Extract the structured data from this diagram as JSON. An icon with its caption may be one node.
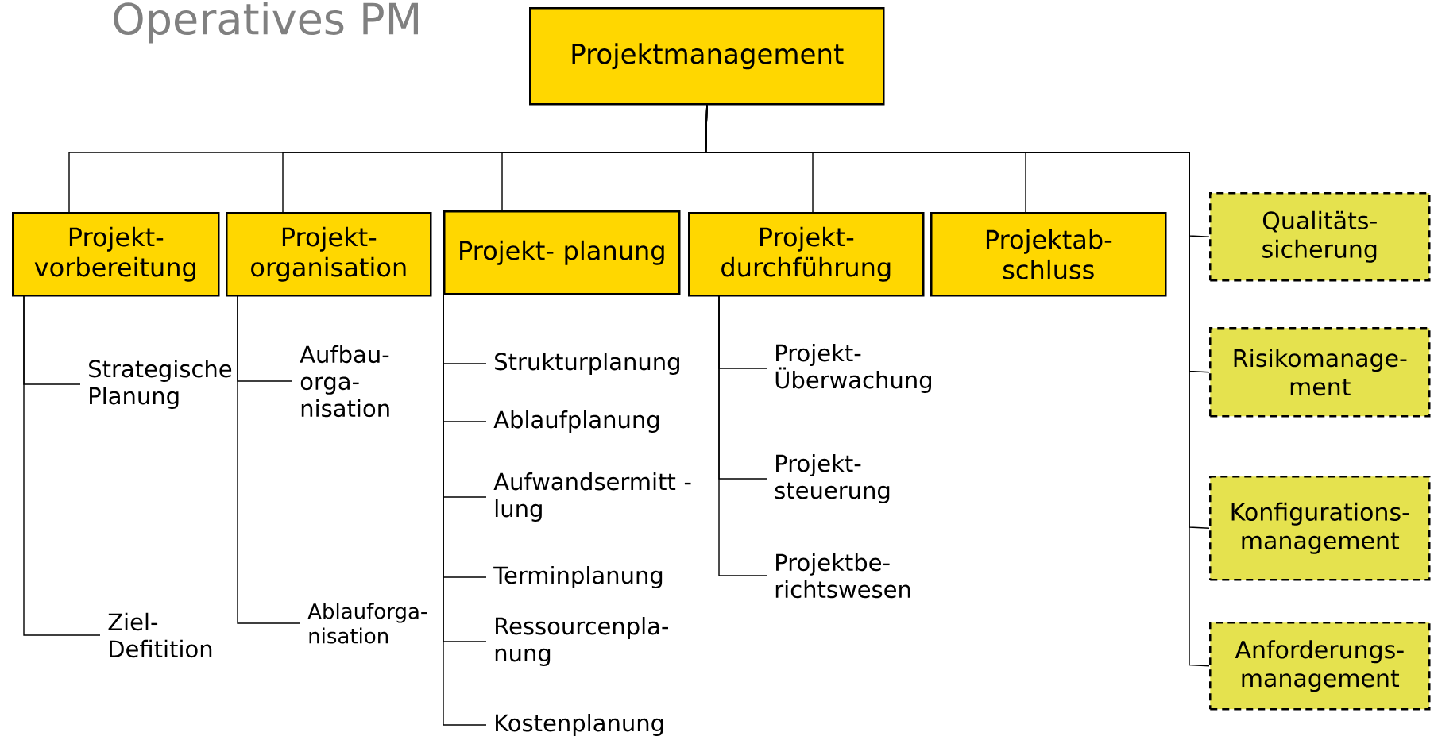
{
  "diagram": {
    "title": "Operatives PM",
    "nodes": [
      {
        "text": [
          "Projektmanagement"
        ]
      },
      {
        "text": [
          "Projekt- vorbereitung"
        ]
      },
      {
        "text": [
          "Projekt- organisation"
        ]
      },
      {
        "text": [
          "Projekt- planung"
        ]
      },
      {
        "text": [
          "Projekt- durchführung"
        ]
      },
      {
        "text": [
          "Projektab- schluss"
        ]
      },
      {
        "text": [
          "Qualitäts- sicherung"
        ]
      },
      {
        "text": [
          "Risikomanage- ment"
        ]
      },
      {
        "text": [
          "Konfigurations- management"
        ]
      },
      {
        "text": [
          "Anforderungs- management"
        ]
      },
      {
        "text": [
          "Strategische Planung"
        ]
      },
      {
        "text": [
          "Ziel- Defitition"
        ]
      },
      {
        "text": [
          "Aufbau- orga- nisation"
        ]
      },
      {
        "text": [
          "Ablauforga- nisation"
        ]
      },
      {
        "text": [
          "Strukturplanung"
        ]
      },
      {
        "text": [
          "Ablaufplanung"
        ]
      },
      {
        "text": [
          "Aufwandsermitt -lung"
        ]
      },
      {
        "text": [
          "Terminplanung"
        ]
      },
      {
        "text": [
          "Ressourcenpla- nung"
        ]
      },
      {
        "text": [
          "Kostenplanung"
        ]
      },
      {
        "text": [
          "Projekt- Überwachung"
        ]
      },
      {
        "text": [
          "Projekt- steuerung"
        ]
      },
      {
        "text": [
          "Projektbe- richtswesen"
        ]
      }
    ],
    "edges": [
      {
        "from": 0,
        "to": 1,
        "arrow": "none"
      },
      {
        "from": 0,
        "to": 2,
        "arrow": "none"
      },
      {
        "from": 0,
        "to": 3,
        "arrow": "none"
      },
      {
        "from": 0,
        "to": 4,
        "arrow": "none"
      },
      {
        "from": 0,
        "to": 5,
        "arrow": "none"
      },
      {
        "from": 0,
        "to": 6,
        "arrow": "none"
      },
      {
        "from": 0,
        "to": 7,
        "arrow": "none"
      },
      {
        "from": 0,
        "to": 8,
        "arrow": "none"
      },
      {
        "from": 0,
        "to": 9,
        "arrow": "none"
      },
      {
        "from": 1,
        "to": 10,
        "arrow": "none"
      },
      {
        "from": 1,
        "to": 11,
        "arrow": "none"
      },
      {
        "from": 2,
        "to": 12,
        "arrow": "none"
      },
      {
        "from": 2,
        "to": 13,
        "arrow": "none"
      },
      {
        "from": 3,
        "to": 14,
        "arrow": "none"
      },
      {
        "from": 3,
        "to": 15,
        "arrow": "none"
      },
      {
        "from": 3,
        "to": 16,
        "arrow": "none"
      },
      {
        "from": 3,
        "to": 17,
        "arrow": "none"
      },
      {
        "from": 3,
        "to": 18,
        "arrow": "none"
      },
      {
        "from": 3,
        "to": 19,
        "arrow": "none"
      },
      {
        "from": 4,
        "to": 20,
        "arrow": "none"
      },
      {
        "from": 4,
        "to": 21,
        "arrow": "none"
      },
      {
        "from": 4,
        "to": 22,
        "arrow": "none"
      }
    ]
  }
}
